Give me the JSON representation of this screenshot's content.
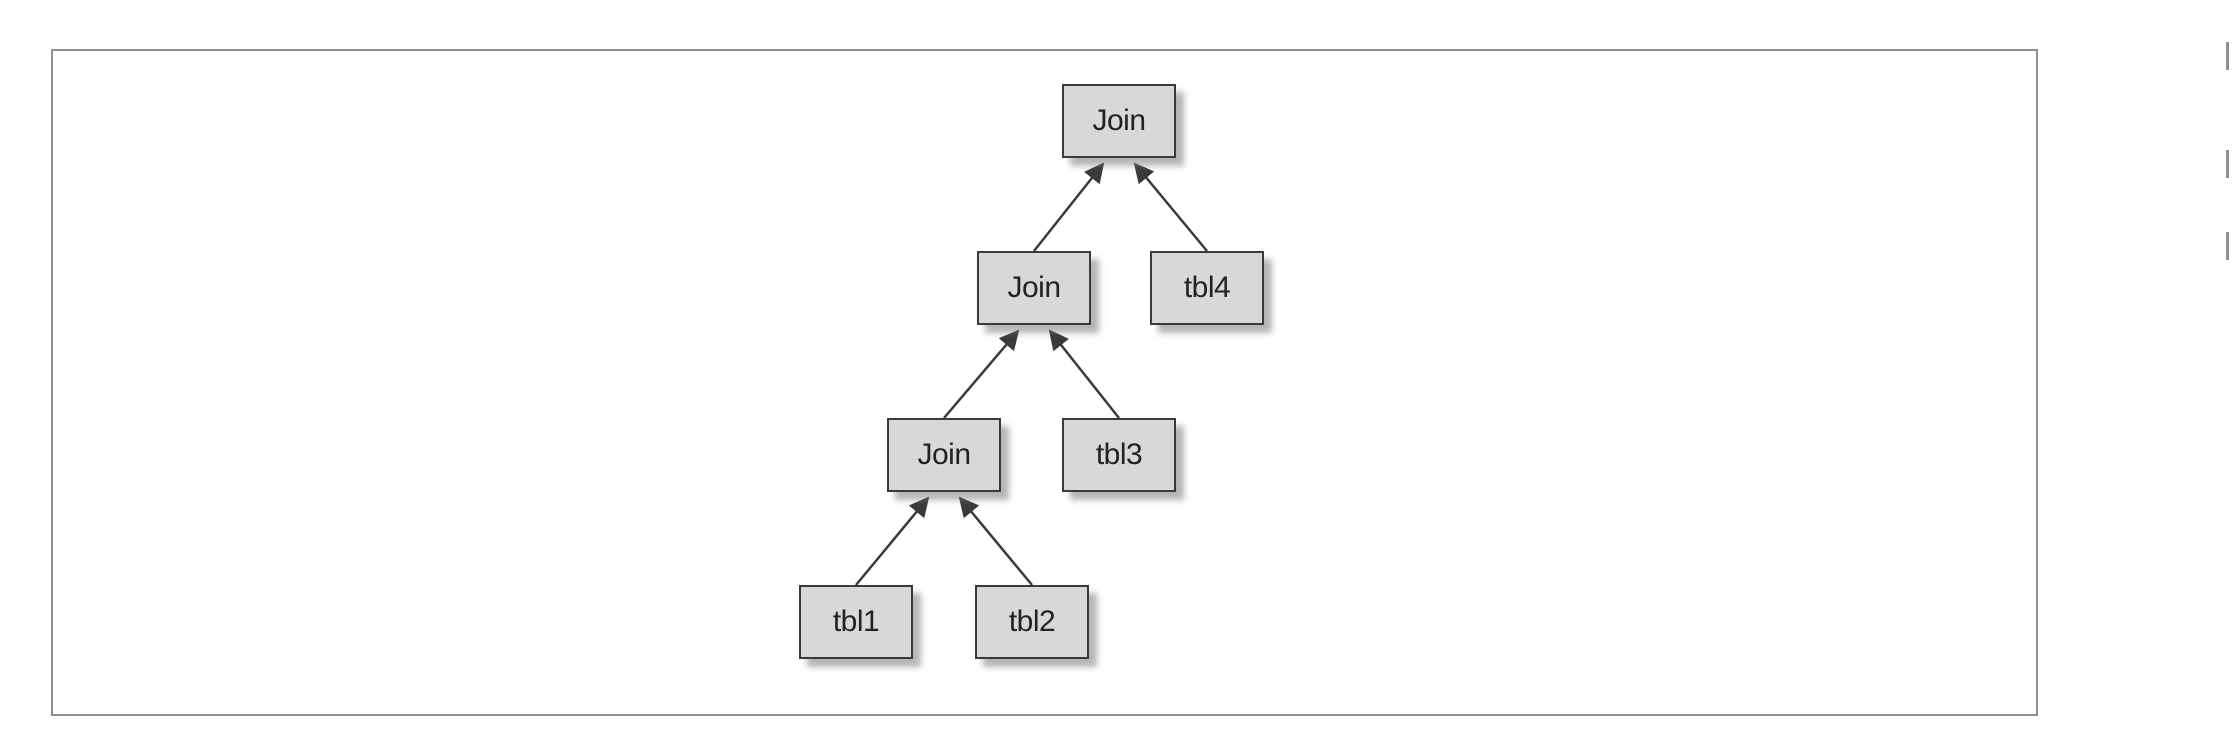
{
  "diagram": {
    "nodes": [
      {
        "id": "join-top",
        "label": "Join"
      },
      {
        "id": "join-mid",
        "label": "Join"
      },
      {
        "id": "tbl4",
        "label": "tbl4"
      },
      {
        "id": "join-bottom",
        "label": "Join"
      },
      {
        "id": "tbl3",
        "label": "tbl3"
      },
      {
        "id": "tbl1",
        "label": "tbl1"
      },
      {
        "id": "tbl2",
        "label": "tbl2"
      }
    ],
    "edges": [
      {
        "from": "join-mid",
        "to": "join-top"
      },
      {
        "from": "tbl4",
        "to": "join-top"
      },
      {
        "from": "join-bottom",
        "to": "join-mid"
      },
      {
        "from": "tbl3",
        "to": "join-mid"
      },
      {
        "from": "tbl1",
        "to": "join-bottom"
      },
      {
        "from": "tbl2",
        "to": "join-bottom"
      }
    ]
  }
}
